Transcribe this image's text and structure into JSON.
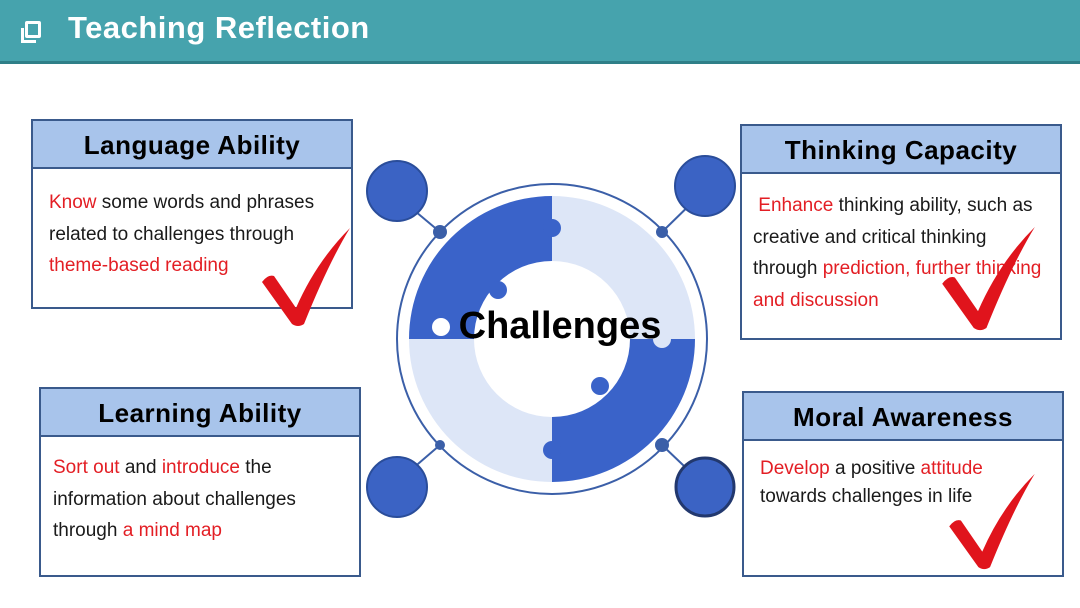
{
  "header": {
    "title": "Teaching Reflection"
  },
  "center": {
    "label": "Challenges"
  },
  "cards": {
    "language": {
      "title": "Language Ability",
      "lines": [
        [
          {
            "text": "Know",
            "hl": true
          },
          {
            "text": " some words and phrases",
            "hl": false
          }
        ],
        [
          {
            "text": "related to challenges through",
            "hl": false
          }
        ],
        [
          {
            "text": "theme-based reading",
            "hl": true
          }
        ]
      ]
    },
    "thinking": {
      "title": "Thinking Capacity",
      "lines": [
        [
          {
            "text": " Enhance",
            "hl": true
          },
          {
            "text": " thinking ability, such as",
            "hl": false
          }
        ],
        [
          {
            "text": "creative and critical thinking",
            "hl": false
          }
        ],
        [
          {
            "text": "through ",
            "hl": false
          },
          {
            "text": "prediction, further thinking",
            "hl": true
          }
        ],
        [
          {
            "text": "and discussion",
            "hl": true
          }
        ]
      ]
    },
    "learning": {
      "title": "Learning Ability",
      "lines": [
        [
          {
            "text": "Sort out",
            "hl": true
          },
          {
            "text": " and ",
            "hl": false
          },
          {
            "text": "introduce",
            "hl": true
          },
          {
            "text": " the",
            "hl": false
          }
        ],
        [
          {
            "text": "information about challenges",
            "hl": false
          }
        ],
        [
          {
            "text": "through ",
            "hl": false
          },
          {
            "text": "a mind map",
            "hl": true
          }
        ]
      ]
    },
    "moral": {
      "title": "Moral Awareness",
      "lines": [
        [
          {
            "text": "Develop",
            "hl": true
          },
          {
            "text": " a positive ",
            "hl": false
          },
          {
            "text": "attitude",
            "hl": true
          }
        ],
        [
          {
            "text": "towards challenges in life",
            "hl": false
          }
        ]
      ]
    }
  },
  "colors": {
    "header_bg": "#46a3ad",
    "card_head_bg": "#a8c4eb",
    "highlight": "#e31e24",
    "puzzle_dark": "#3a63c9",
    "puzzle_light": "#dde6f7",
    "node_blue": "#3b63c4"
  },
  "icons": {
    "header": "checkbox-square-icon",
    "check": "red-checkmark-icon"
  }
}
